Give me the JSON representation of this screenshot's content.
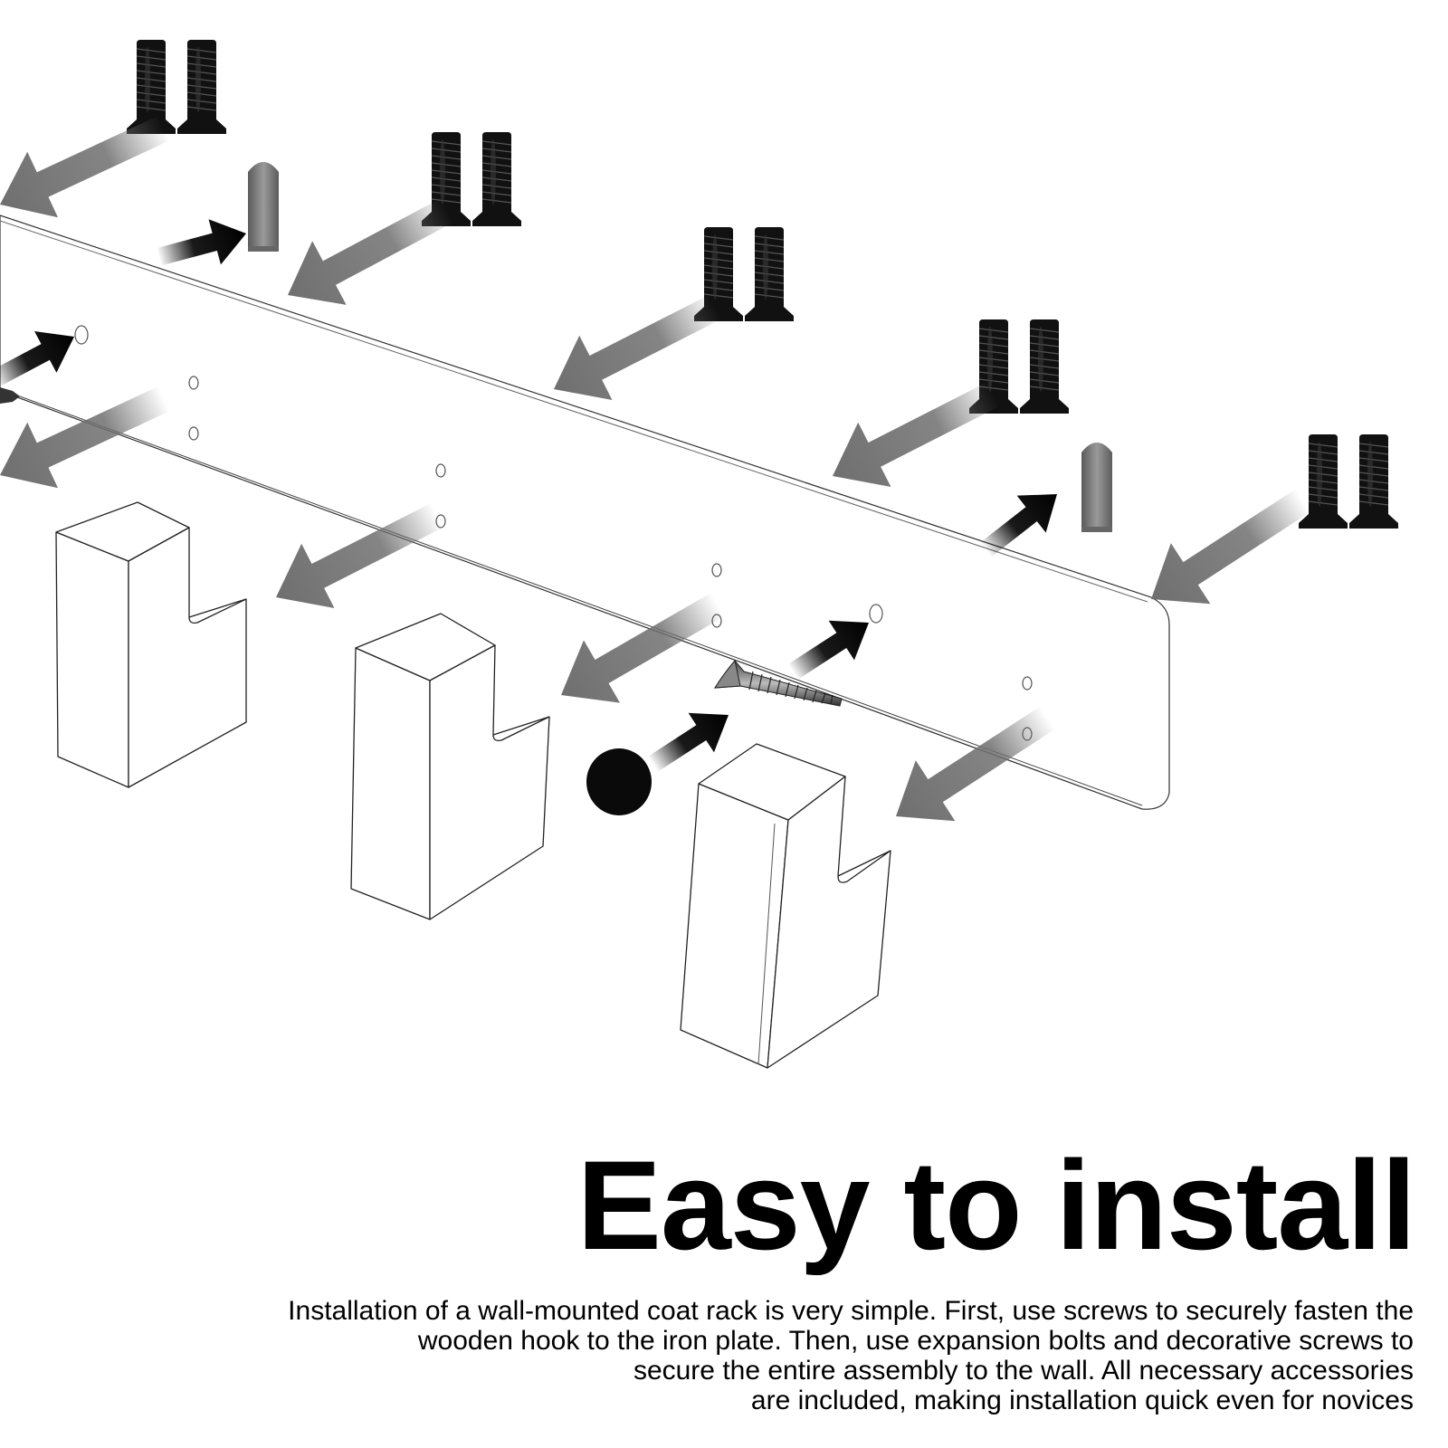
{
  "heading": "Easy to install",
  "description_lines": [
    "Installation of a wall-mounted coat rack is very simple. First, use screws to securely fasten the",
    "wooden hook to the iron plate. Then, use expansion bolts and decorative screws to",
    "secure the entire assembly to the wall. All necessary accessories",
    "are included, making installation quick even for novices"
  ],
  "colors": {
    "background": "#ffffff",
    "text": "#000000",
    "gray_arrow": "#6f6f6f",
    "black_arrow": "#000000",
    "anchor": "#7a7a7a",
    "screw": "#111111"
  }
}
